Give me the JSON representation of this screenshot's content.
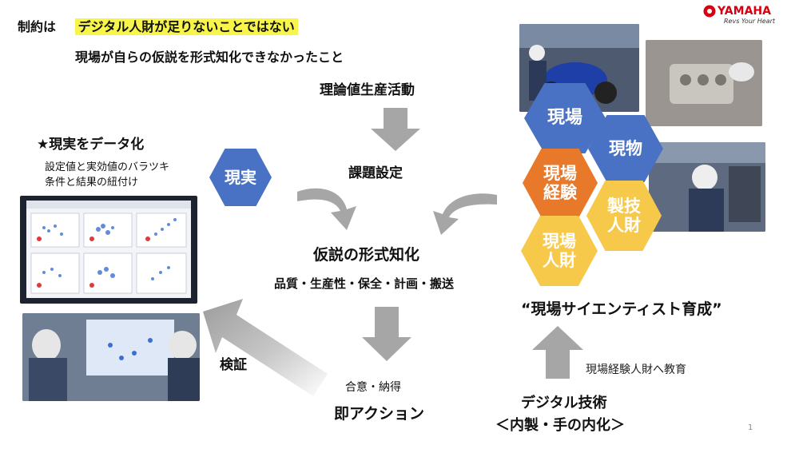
{
  "header": {
    "constraint_label": "制約は",
    "constraint_highlight": "デジタル人財が足りないことではない",
    "subtitle": "現場が自らの仮説を形式知化できなかったこと"
  },
  "logo": {
    "brand": "YAMAHA",
    "tagline": "Revs Your Heart"
  },
  "left": {
    "heading": "★現実をデータ化",
    "desc_line1": "設定値と実効値のバラツキ",
    "desc_line2": "条件と結果の紐付け"
  },
  "hex_reality": "現実",
  "flow": {
    "theory": "理論値生産活動",
    "issue": "課題設定",
    "hypothesis": "仮説の形式知化",
    "categories": "品質・生産性・保全・計画・搬送",
    "agreement": "合意・納得",
    "action": "即アクション",
    "verify": "検証"
  },
  "right": {
    "hex_genba": "現場",
    "hex_genbutsu": "現物",
    "hex_experience_l1": "現場",
    "hex_experience_l2": "経験",
    "hex_tech_l1": "製技",
    "hex_tech_l2": "人財",
    "hex_people_l1": "現場",
    "hex_people_l2": "人財",
    "scientist": "“現場サイエンティスト育成”",
    "education": "現場経験人財へ教育",
    "digital_l1": "デジタル技術",
    "digital_l2": "＜内製・手の内化＞"
  },
  "page_number": "1",
  "colors": {
    "highlight": "#f7f44a",
    "hex_blue": "#4a72c4",
    "hex_orange": "#e8792b",
    "hex_yellow": "#f7c94a",
    "arrow_gray": "#a6a6a6"
  }
}
